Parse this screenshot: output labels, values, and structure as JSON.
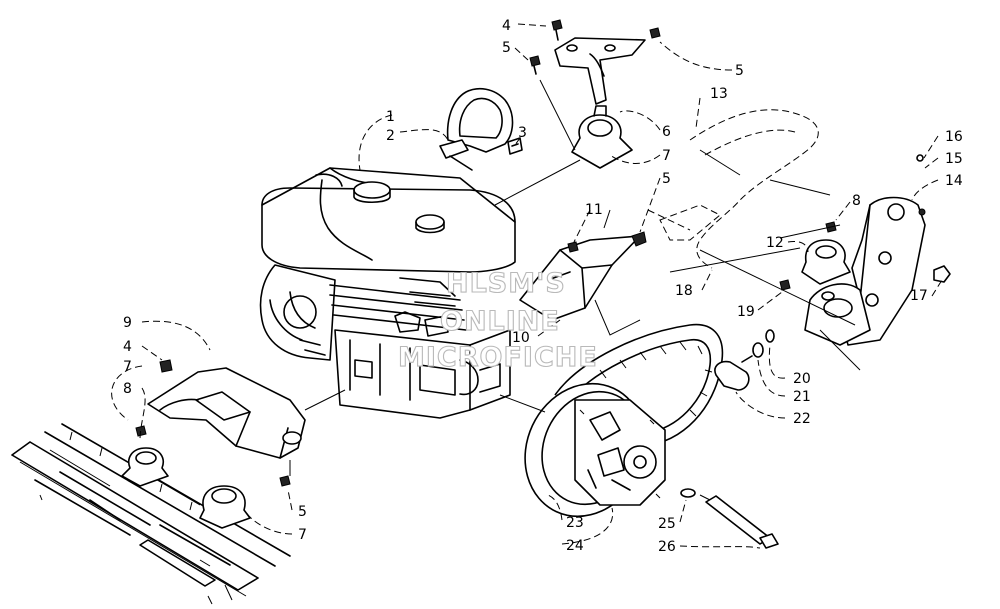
{
  "watermark": {
    "line1": "HLSM'S",
    "line2": "ONLINE",
    "line3": "MICROFICHE"
  },
  "callouts": [
    {
      "id": "c1",
      "label": "1"
    },
    {
      "id": "c2",
      "label": "2"
    },
    {
      "id": "c3",
      "label": "3"
    },
    {
      "id": "c4a",
      "label": "4"
    },
    {
      "id": "c5a",
      "label": "5"
    },
    {
      "id": "c5b",
      "label": "5"
    },
    {
      "id": "c13",
      "label": "13"
    },
    {
      "id": "c6",
      "label": "6"
    },
    {
      "id": "c7a",
      "label": "7"
    },
    {
      "id": "c5c",
      "label": "5"
    },
    {
      "id": "c11",
      "label": "11"
    },
    {
      "id": "c16",
      "label": "16"
    },
    {
      "id": "c15",
      "label": "15"
    },
    {
      "id": "c14",
      "label": "14"
    },
    {
      "id": "c8a",
      "label": "8"
    },
    {
      "id": "c12",
      "label": "12"
    },
    {
      "id": "c18",
      "label": "18"
    },
    {
      "id": "c17",
      "label": "17"
    },
    {
      "id": "c19",
      "label": "19"
    },
    {
      "id": "c10",
      "label": "10"
    },
    {
      "id": "c9",
      "label": "9"
    },
    {
      "id": "c4b",
      "label": "4"
    },
    {
      "id": "c7b",
      "label": "7"
    },
    {
      "id": "c8b",
      "label": "8"
    },
    {
      "id": "c20",
      "label": "20"
    },
    {
      "id": "c21",
      "label": "21"
    },
    {
      "id": "c22",
      "label": "22"
    },
    {
      "id": "c5d",
      "label": "5"
    },
    {
      "id": "c7c",
      "label": "7"
    },
    {
      "id": "c23",
      "label": "23"
    },
    {
      "id": "c24",
      "label": "24"
    },
    {
      "id": "c25",
      "label": "25"
    },
    {
      "id": "c26",
      "label": "26"
    }
  ]
}
